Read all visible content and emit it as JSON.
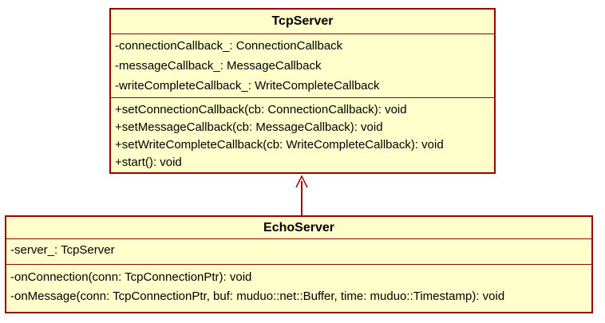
{
  "diagram": {
    "type": "uml-class-diagram",
    "background_color": "#FFFFFF",
    "box_fill_color": "#FFFFCC",
    "border_color": "#990000",
    "arrow_color": "#A40000",
    "text_color": "#000000"
  },
  "classes": [
    {
      "name": "TcpServer",
      "attributes": [
        "-connectionCallback_: ConnectionCallback",
        "-messageCallback_: MessageCallback",
        "-writeCompleteCallback_: WriteCompleteCallback"
      ],
      "methods": [
        "+setConnectionCallback(cb: ConnectionCallback): void",
        "+setMessageCallback(cb: MessageCallback): void",
        "+setWriteCompleteCallback(cb: WriteCompleteCallback): void",
        "+start(): void"
      ]
    },
    {
      "name": "EchoServer",
      "attributes": [
        "-server_: TcpServer"
      ],
      "methods": [
        "-onConnection(conn: TcpConnectionPtr): void",
        "-onMessage(conn: TcpConnectionPtr, buf: muduo::net::Buffer, time: muduo::Timestamp): void"
      ]
    }
  ],
  "relationship": {
    "type": "generalization",
    "from": "EchoServer",
    "to": "TcpServer"
  }
}
